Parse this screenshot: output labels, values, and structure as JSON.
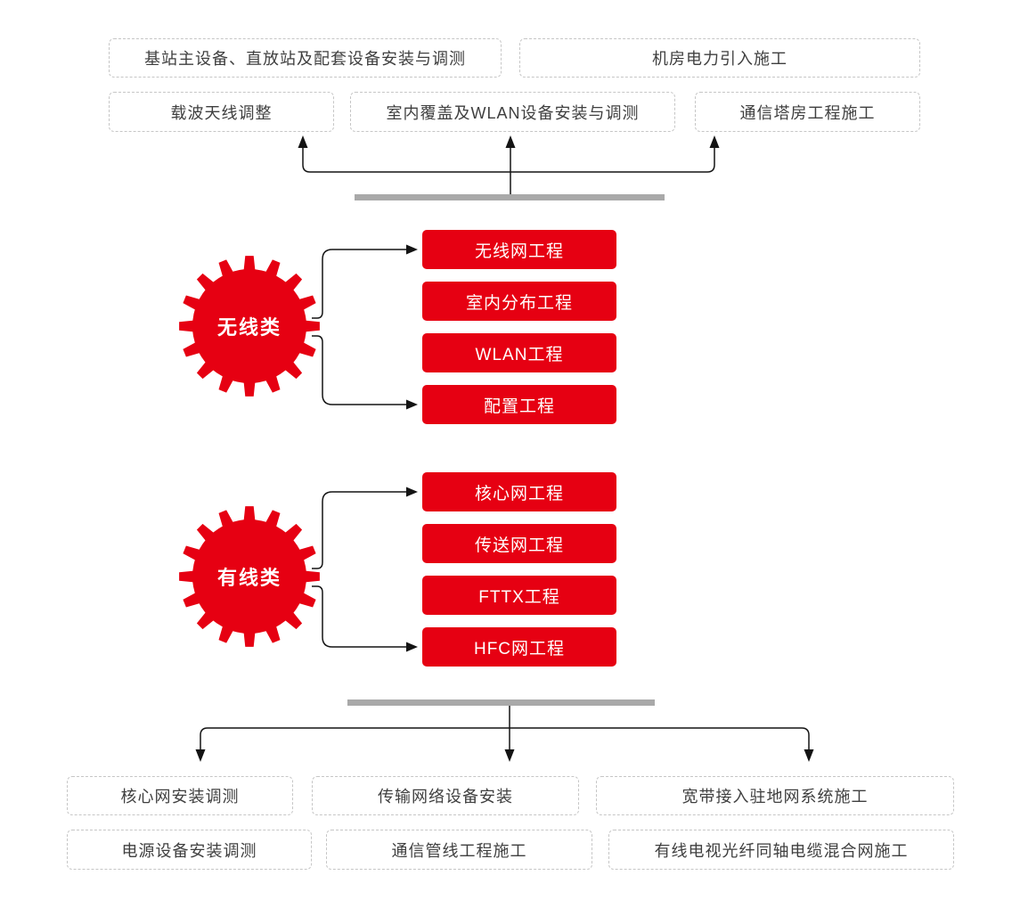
{
  "colors": {
    "accent_red": "#e60012",
    "bar_gray": "#a9a9a9",
    "dashed_border_gray": "#c6c6c6",
    "text_dark": "#3f3f3f",
    "connector_black": "#141414"
  },
  "top_section": {
    "row1": [
      "基站主设备、直放站及配套设备安装与调测",
      "机房电力引入施工"
    ],
    "row2": [
      "载波天线调整",
      "室内覆盖及WLAN设备安装与调测",
      "通信塔房工程施工"
    ]
  },
  "wireless_group": {
    "label": "无线类",
    "items": [
      "无线网工程",
      "室内分布工程",
      "WLAN工程",
      "配置工程"
    ]
  },
  "wired_group": {
    "label": "有线类",
    "items": [
      "核心网工程",
      "传送网工程",
      "FTTX工程",
      "HFC网工程"
    ]
  },
  "bottom_section": {
    "row1": [
      "核心网安装调测",
      "传输网络设备安装",
      "宽带接入驻地网系统施工"
    ],
    "row2": [
      "电源设备安装调测",
      "通信管线工程施工",
      "有线电视光纤同轴电缆混合网施工"
    ]
  }
}
